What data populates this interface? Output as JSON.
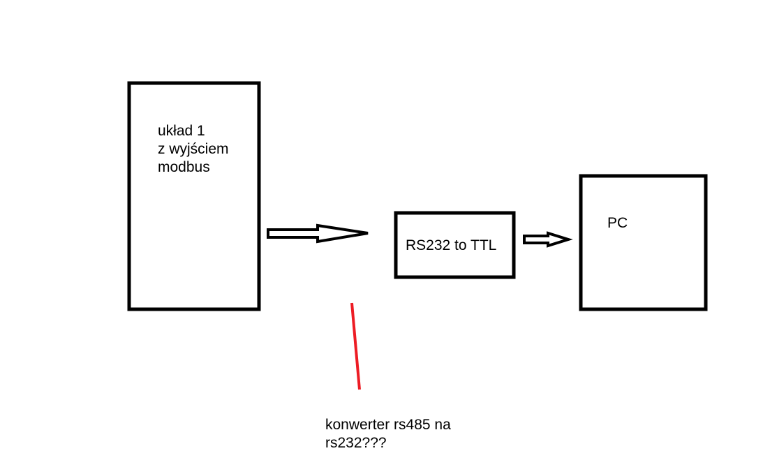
{
  "blocks": {
    "device": {
      "lines": [
        "układ 1",
        "z wyjściem",
        "modbus"
      ]
    },
    "converter": {
      "label": "RS232 to TTL"
    },
    "pc": {
      "label": "PC"
    }
  },
  "annotation": {
    "lines": [
      "konwerter rs485 na",
      "rs232???"
    ],
    "color": "#ed1c24"
  },
  "colors": {
    "stroke": "#000000",
    "background": "#ffffff"
  }
}
